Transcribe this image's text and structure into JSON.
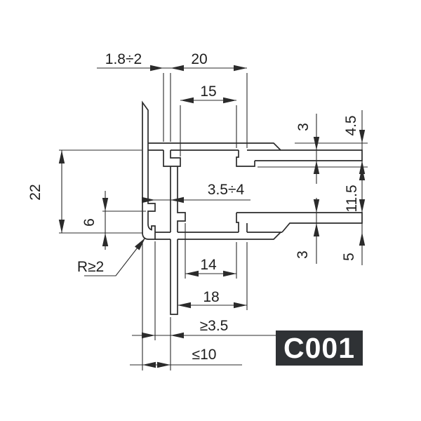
{
  "drawing": {
    "code": "C001",
    "type": "profile-cross-section",
    "colors": {
      "background": "#ffffff",
      "line": "#2b2b2b",
      "badge_background": "#2f3235",
      "badge_text": "#ffffff"
    },
    "dimensions": {
      "wall_thickness": "1.8÷2",
      "top_outer_width": "20",
      "top_opening": "15",
      "side_height": "22",
      "hook_height": "6",
      "top_fin_thickness": "3",
      "top_edge_drop": "4.5",
      "channel_gap": "11.5",
      "glass_slot": "3.5÷4",
      "bottom_fin_thickness": "3",
      "bottom_edge_rise": "5",
      "bottom_opening": "14",
      "bottom_inner_width": "18",
      "min_engagement": "≥3.5",
      "max_insert": "≤10",
      "corner_radius": "R≥2"
    }
  }
}
